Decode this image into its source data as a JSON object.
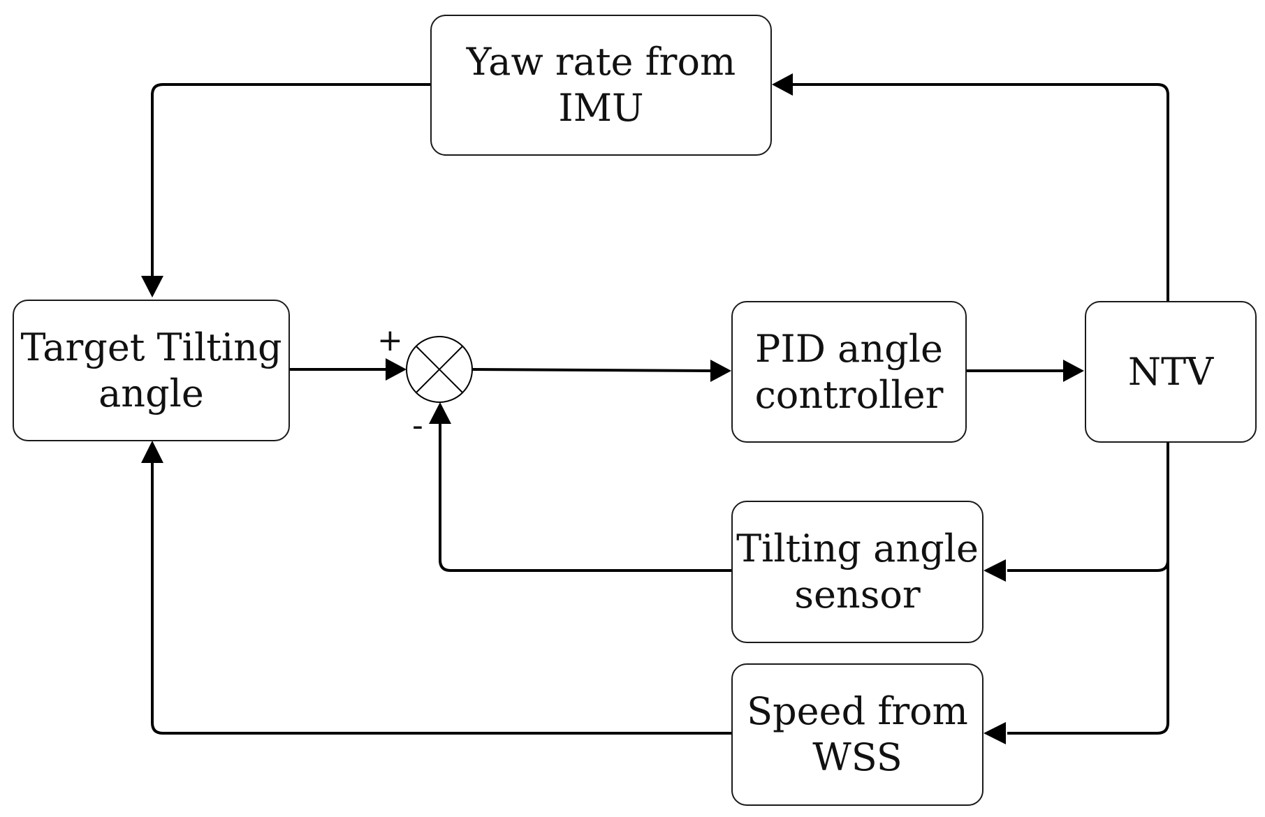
{
  "blocks": {
    "yaw": {
      "line1": "Yaw rate from",
      "line2": "IMU"
    },
    "target": {
      "line1": "Target Tilting",
      "line2": "angle"
    },
    "pid": {
      "line1": "PID angle",
      "line2": "controller"
    },
    "ntv": {
      "line1": "NTV"
    },
    "sensor": {
      "line1": "Tilting angle",
      "line2": "sensor"
    },
    "speed": {
      "line1": "Speed from",
      "line2": "WSS"
    }
  },
  "summing_junction": {
    "plus_sign": "+",
    "minus_sign": "-"
  },
  "colors": {
    "line": "#000000",
    "box_border": "#1a1a1a",
    "background": "#ffffff"
  }
}
